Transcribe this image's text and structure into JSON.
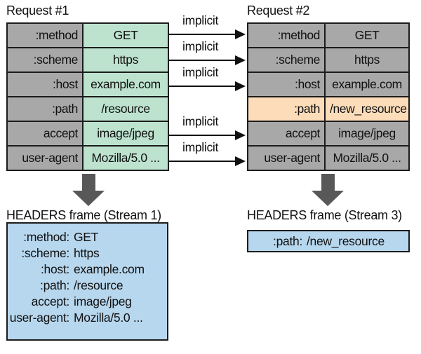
{
  "request1": {
    "title": "Request #1",
    "headers": [
      {
        "key": ":method",
        "value": "GET"
      },
      {
        "key": ":scheme",
        "value": "https"
      },
      {
        "key": ":host",
        "value": "example.com"
      },
      {
        "key": ":path",
        "value": "/resource"
      },
      {
        "key": "accept",
        "value": "image/jpeg"
      },
      {
        "key": "user-agent",
        "value": "Mozilla/5.0 ..."
      }
    ]
  },
  "request2": {
    "title": "Request #2",
    "headers": [
      {
        "key": ":method",
        "value": "GET"
      },
      {
        "key": ":scheme",
        "value": "https"
      },
      {
        "key": ":host",
        "value": "example.com"
      },
      {
        "key": ":path",
        "value": "/new_resource"
      },
      {
        "key": "accept",
        "value": "image/jpeg"
      },
      {
        "key": "user-agent",
        "value": "Mozilla/5.0 ..."
      }
    ]
  },
  "implicit_label": "implicit",
  "frame1": {
    "title": "HEADERS frame (Stream 1)",
    "lines": [
      {
        "key": ":method:",
        "value": "GET"
      },
      {
        "key": ":scheme:",
        "value": "https"
      },
      {
        "key": ":host:",
        "value": "example.com"
      },
      {
        "key": ":path:",
        "value": "/resource"
      },
      {
        "key": "accept:",
        "value": "image/jpeg"
      },
      {
        "key": "user-agent:",
        "value": "Mozilla/5.0 ..."
      }
    ]
  },
  "frame2": {
    "title": "HEADERS frame (Stream 3)",
    "lines": [
      {
        "key": ":path:",
        "value": "/new_resource"
      }
    ]
  },
  "colors": {
    "header_key": "#a8a8a8",
    "request1_value": "#bde3cf",
    "changed_header": "#fcdcb9",
    "frame_fill": "#b7d7ee",
    "down_arrow": "#585858"
  }
}
